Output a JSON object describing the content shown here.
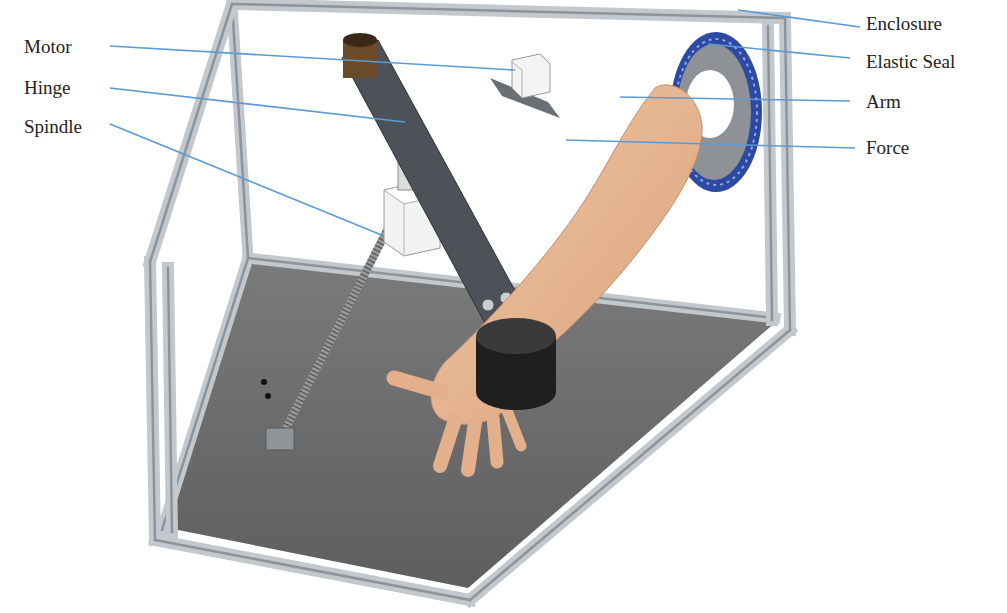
{
  "diagram": {
    "labels": [
      "Motor",
      "Hinge",
      "Spindle",
      "Enclosure",
      "Elastic Seal",
      "Arm",
      "Force"
    ]
  }
}
